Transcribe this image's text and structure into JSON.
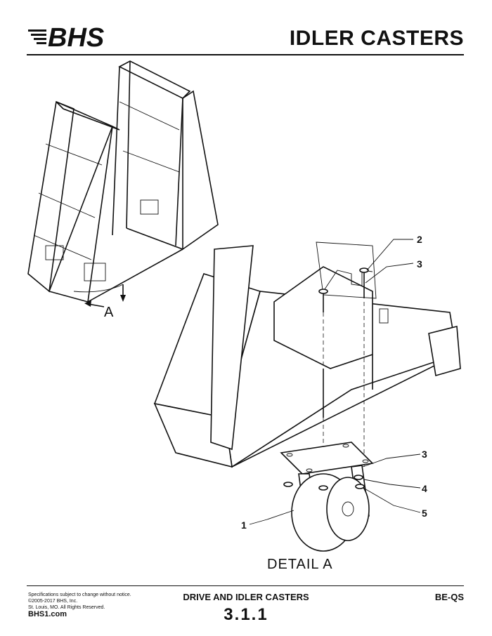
{
  "header": {
    "logo_text": "BHS",
    "title": "IDLER CASTERS"
  },
  "drawing": {
    "view_label": "A",
    "detail_label": "DETAIL  A",
    "callouts": [
      "1",
      "2",
      "3",
      "3",
      "4",
      "5"
    ]
  },
  "footer": {
    "notice_line1": "Specifications subject to change without notice.",
    "notice_line2": "©2005-2017 BHS, Inc.",
    "notice_line3": "St. Louis, MO.  All Rights Reserved.",
    "website": "BHS1.com",
    "section_title": "DRIVE AND IDLER CASTERS",
    "section_number": "3.1.1",
    "doc_code": "BE-QS"
  }
}
